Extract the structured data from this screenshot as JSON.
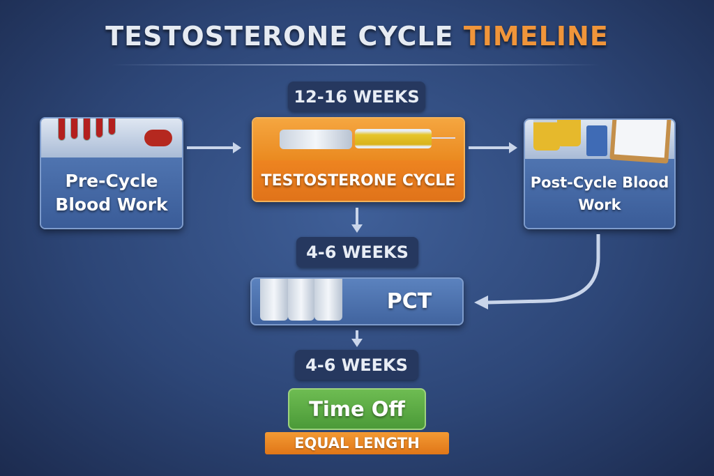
{
  "title": {
    "part1": "TESTOSTERONE CYCLE",
    "part2": "TIMELINE",
    "color_main": "#e6ebf2",
    "color_accent": "#f0953a"
  },
  "steps": {
    "pre_cycle": {
      "label": "Pre-Cycle Blood Work",
      "icon": "blood-test-tubes-icon"
    },
    "cycle": {
      "duration": "12-16 WEEKS",
      "label": "TESTOSTERONE CYCLE",
      "icon": "syringe-icon",
      "color": "#ee8a1e"
    },
    "post_cycle": {
      "label": "Post-Cycle Blood Work",
      "icon": "vials-clipboard-icon"
    },
    "pct": {
      "duration": "4-6 WEEKS",
      "label": "PCT",
      "icon": "medicine-bottles-icon"
    },
    "time_off": {
      "duration": "4-6 WEEKS",
      "label": "Time Off",
      "note": "EQUAL LENGTH",
      "color": "#5aa844"
    }
  }
}
